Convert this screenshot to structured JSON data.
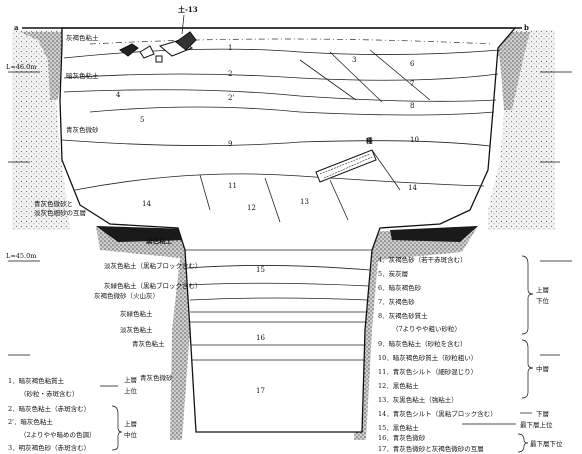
{
  "feature_label": "土-13",
  "section_ends": {
    "left": "a",
    "right": "b"
  },
  "levels": [
    "L=46.0m",
    "L=45.0m"
  ],
  "layer_numbers": [
    "1",
    "2",
    "2'",
    "3",
    "4",
    "5",
    "6",
    "7",
    "8",
    "9",
    "10",
    "11",
    "12",
    "13",
    "14",
    "14",
    "15",
    "16",
    "17"
  ],
  "left_labels": [
    "灰褐色粘土",
    "暗灰色粘土",
    "青灰色微砂",
    "青灰色微砂と",
    "淡灰色細砂の互層",
    "黒色粘土",
    "淡灰色粘土（黒粘ブロック含む）",
    "灰緑色粘土（黒粘ブロック含む）",
    "灰褐色微砂（火山灰）",
    "灰緑色粘土",
    "淡灰色粘土",
    "青灰色粘土",
    "青灰色微砂"
  ],
  "inline_labels": [
    "種"
  ],
  "legend_left": [
    "1．暗灰褐色粘質土",
    "（砂粒・赤斑含む）",
    "2．暗灰色粘土（赤斑含む）",
    "2'．暗灰色粘土",
    "（2よりやや暗めの色調）",
    "3．明灰褐色砂（赤斑含む）"
  ],
  "legend_left_groups": [
    "上層",
    "上位",
    "上層",
    "中位"
  ],
  "legend_right": [
    "4．灰褐色砂（若干赤斑含む）",
    "5．炭灰層",
    "6．暗灰褐色砂",
    "7．灰褐色砂",
    "8．灰褐色砂質土",
    "（7よりやや粗い砂粒）",
    "9．暗灰色粘土（砂粒を含む）",
    "10．暗灰褐色砂質土（砂粒粗い）",
    "11．青灰色シルト（細砂混じり）",
    "12．黒色粘土",
    "13．灰黒色粘土（強粘土）",
    "14．青灰色シルト（黒粘ブロック含む）",
    "15．黒色粘土",
    "16．青灰色微砂",
    "17．青灰色微砂と灰褐色微砂の互層"
  ],
  "legend_right_groups": [
    "上層",
    "下位",
    "中層",
    "下層",
    "最下層上位",
    "最下層下位"
  ]
}
